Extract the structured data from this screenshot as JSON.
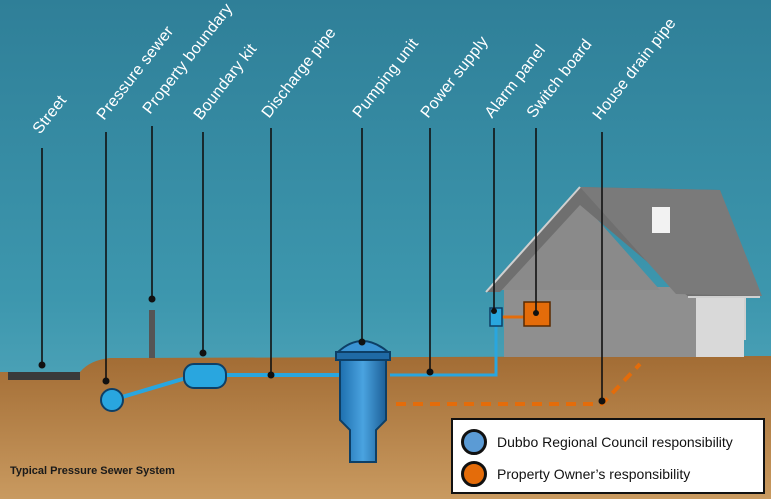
{
  "labels": {
    "street": "Street",
    "pressure_sewer": "Pressure sewer",
    "property_boundary": "Property boundary",
    "boundary_kit": "Boundary kit",
    "discharge_pipe": "Discharge pipe",
    "pumping_unit": "Pumping unit",
    "power_supply": "Power supply",
    "alarm_panel": "Alarm panel",
    "switch_board": "Switch board",
    "house_drain_pipe": "House drain pipe"
  },
  "caption": "Typical Pressure Sewer System",
  "legend": [
    {
      "label": "Dubbo Regional Council responsibility",
      "color": "#5b9bd5"
    },
    {
      "label": "Property Owner’s responsibility",
      "color": "#e46c0a"
    }
  ],
  "colors": {
    "sky": "#3f8fa6",
    "ground": "#b07a3c",
    "council_pipe": "#29a6df",
    "owner_pipe": "#e46c0a",
    "house_wall": "#8d8d8d",
    "roof": "#6e6e6e"
  }
}
